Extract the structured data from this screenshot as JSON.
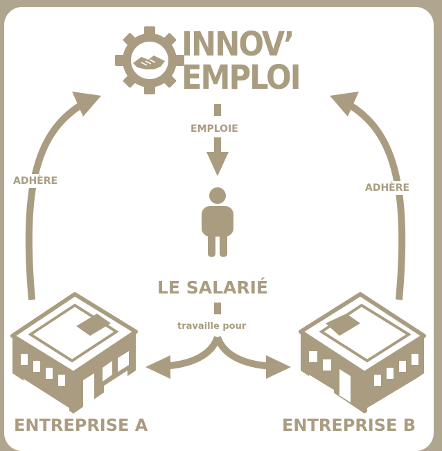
{
  "logo": {
    "line1": "INNOV’",
    "line2": "EMPLOI"
  },
  "labels": {
    "emploie": "EMPLOIE",
    "adhere_left": "ADHÈRE",
    "adhere_right": "ADHÈRE",
    "salarie": "LE SALARIÉ",
    "travaille_pour": "travaille pour",
    "entreprise_a": "ENTREPRISE A",
    "entreprise_b": "ENTREPRISE B"
  },
  "colors": {
    "accent": "#a99c80",
    "background": "#b0a58e",
    "panel": "#ffffff"
  },
  "icons": {
    "logo": "gear-handshake-icon",
    "person": "person-icon",
    "buildings": "building-icon"
  }
}
